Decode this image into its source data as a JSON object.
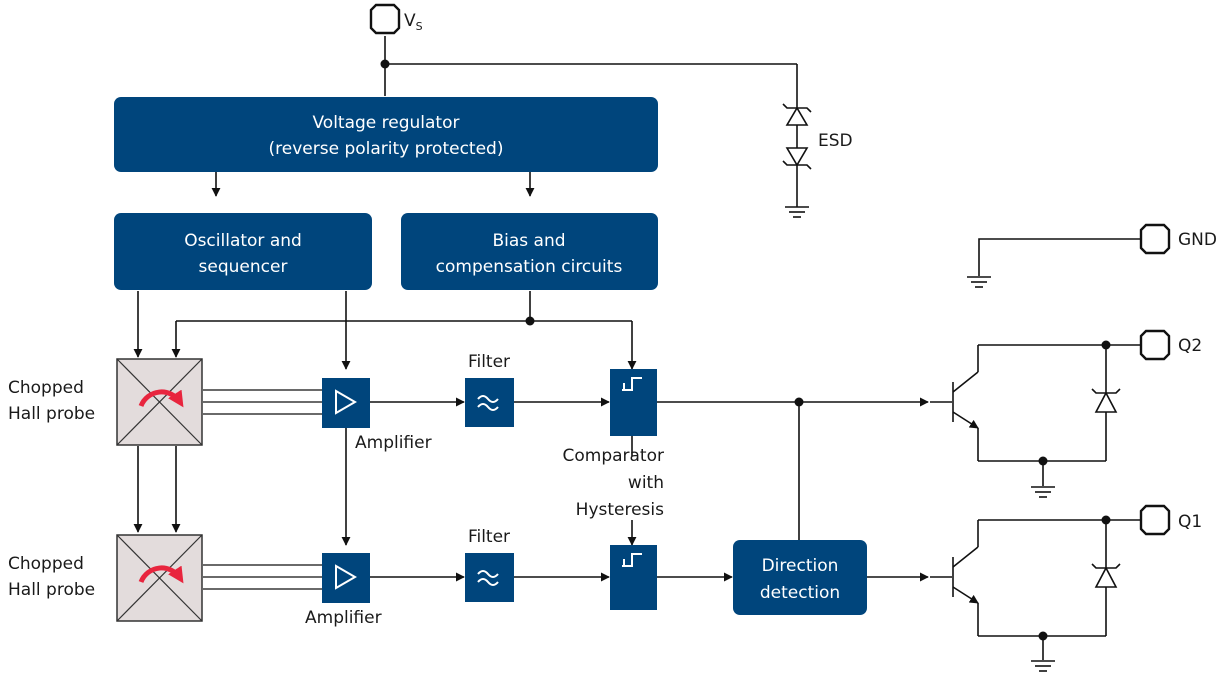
{
  "pins": {
    "vs": "V",
    "vs_sub": "S",
    "gnd": "GND",
    "q2": "Q2",
    "q1": "Q1"
  },
  "blocks": {
    "regulator_line1": "Voltage regulator",
    "regulator_line2": "(reverse polarity protected)",
    "oscillator_line1": "Oscillator and",
    "oscillator_line2": "sequencer",
    "bias_line1": "Bias and",
    "bias_line2": "compensation circuits",
    "direction_line1": "Direction",
    "direction_line2": "detection"
  },
  "labels": {
    "esd": "ESD",
    "probe_top_line1": "Chopped",
    "probe_top_line2": "Hall probe",
    "probe_bottom_line1": "Chopped",
    "probe_bottom_line2": "Hall probe",
    "amplifier_top": "Amplifier",
    "amplifier_bottom": "Amplifier",
    "filter_top": "Filter",
    "filter_bottom": "Filter",
    "comparator_line1": "Comparator",
    "comparator_line2": "with",
    "comparator_line3": "Hysteresis"
  },
  "colors": {
    "block_fill": "#00457c",
    "probe_fill": "#e3dcdc",
    "rotation_arrow": "#e8253e"
  }
}
